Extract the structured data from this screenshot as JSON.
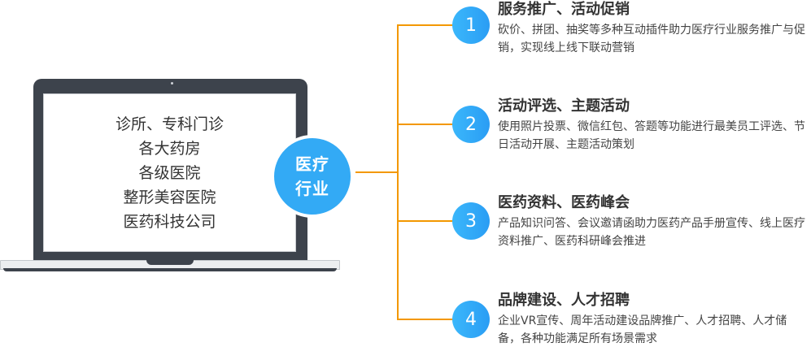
{
  "laptop_screen": {
    "items": [
      "诊所、专科门诊",
      "各大药房",
      "各级医院",
      "整形美容医院",
      "医药科技公司"
    ]
  },
  "hub": {
    "line1": "医疗",
    "line2": "行业"
  },
  "features": [
    {
      "number": "1",
      "title": "服务推广、活动促销",
      "description": "砍价、拼团、抽奖等多种互动插件助力医疗行业服务推广与促销，实现线上线下联动营销"
    },
    {
      "number": "2",
      "title": "活动评选、主题活动",
      "description": "使用照片投票、微信红包、答题等功能进行最美员工评选、节日活动开展、主题活动策划"
    },
    {
      "number": "3",
      "title": "医药资料、医药峰会",
      "description": "产品知识问答、会议邀请函助力医药产品手册宣传、线上医疗资料推广、医药科研峰会推进"
    },
    {
      "number": "4",
      "title": "品牌建设、人才招聘",
      "description": "企业VR宣传、周年活动建设品牌推广、人才招聘、人才储备，各种功能满足所有场景需求"
    }
  ],
  "colors": {
    "accent_blue": "#33aaf5",
    "connector_orange": "#f39800",
    "laptop_dark": "#3d434c"
  }
}
